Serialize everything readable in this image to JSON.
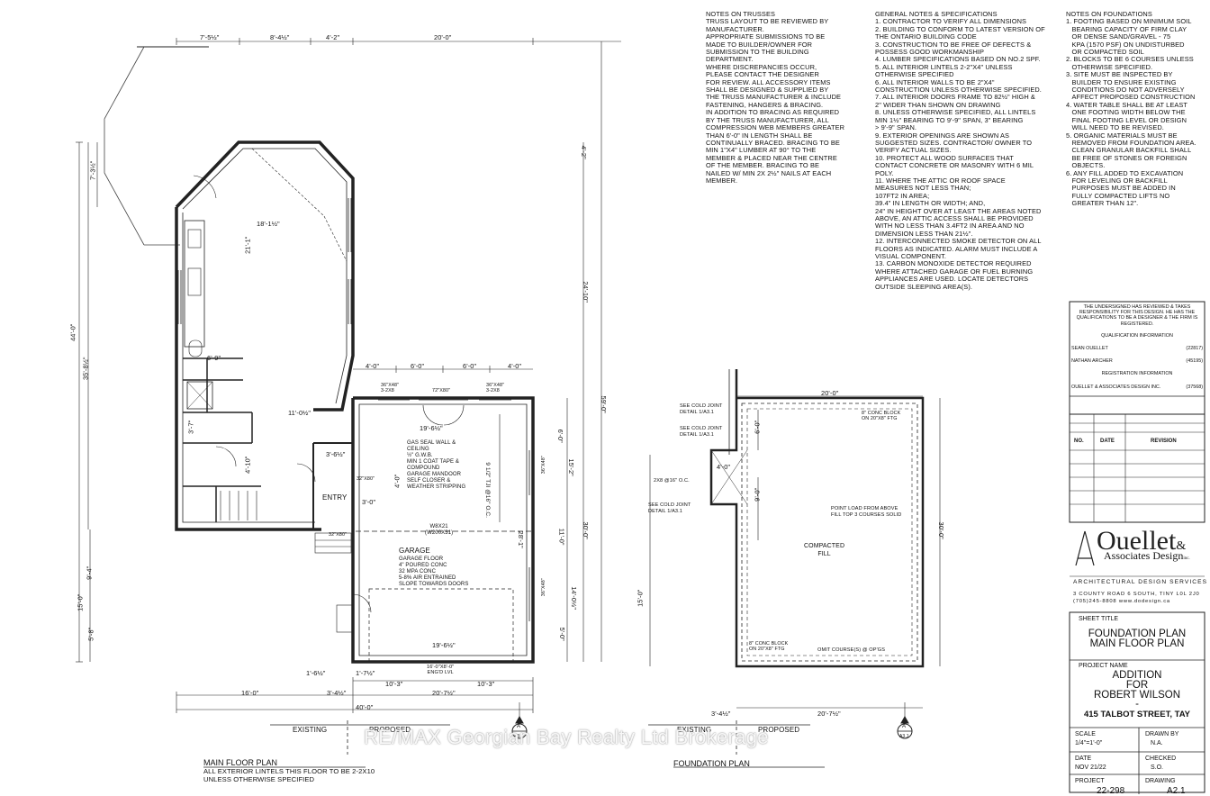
{
  "notes_trusses": "NOTES ON TRUSSES\nTRUSS LAYOUT TO BE REVIEWED BY\nMANUFACTURER.\nAPPROPRIATE SUBMISSIONS TO BE\nMADE TO BUILDER/OWNER FOR\nSUBMISSION TO THE BUILDING\nDEPARTMENT.\nWHERE DISCREPANCIES OCCUR,\nPLEASE CONTACT THE DESIGNER\nFOR REVIEW. ALL ACCESSORY ITEMS\nSHALL BE DESIGNED & SUPPLIED BY\nTHE TRUSS MANUFACTURER & INCLUDE\nFASTENING, HANGERS & BRACING.\nIN ADDITION TO BRACING AS REQUIRED\nBY THE TRUSS MANUFACTURER, ALL\nCOMPRESSION WEB MEMBERS GREATER\nTHAN 6'-0\" IN LENGTH SHALL BE\nCONTINUALLY BRACED. BRACING TO BE\nMIN 1\"X4\" LUMBER AT 90° TO THE\nMEMBER & PLACED NEAR THE CENTRE\nOF THE MEMBER. BRACING TO BE\nNAILED W/ MIN 2x 2½\" NAILS AT EACH\nMEMBER.",
  "general_notes": "GENERAL NOTES & SPECIFICATIONS\n1. CONTRACTOR TO VERIFY ALL DIMENSIONS\n2. BUILDING TO CONFORM TO LATEST VERSION OF\nTHE ONTARIO BUILDING CODE\n3. CONSTRUCTION TO BE FREE OF DEFECTS &\nPOSSESS GOOD WORKMANSHIP\n4. LUMBER SPECIFICATIONS BASED ON NO.2 SPF.\n5. ALL INTERIOR LINTELS 2-2\"X4\" UNLESS\nOTHERWISE SPECIFIED\n6. ALL INTERIOR WALLS TO BE 2\"X4\"\nCONSTRUCTION UNLESS OTHERWISE SPECIFIED.\n7. ALL INTERIOR DOORS FRAME TO 82½\" HIGH &\n2\" WIDER THAN SHOWN ON DRAWING\n8. UNLESS OTHERWISE SPECIFIED, ALL LINTELS\nMIN 1½\" BEARING TO 9'-9\" SPAN, 3\" BEARING\n> 9'-9\" SPAN.\n9. EXTERIOR OPENINGS ARE SHOWN AS\nSUGGESTED SIZES. CONTRACTOR/ OWNER TO\nVERIFY ACTUAL SIZES.\n10. PROTECT ALL WOOD SURFACES THAT\nCONTACT CONCRETE OR MASONRY WITH 6 MIL\nPOLY.\n11. WHERE THE ATTIC OR ROOF SPACE\nMEASURES NOT LESS THAN;\n107FT2 IN AREA;\n39.4\" IN LENGTH OR WIDTH; AND,\n24\" IN HEIGHT OVER AT LEAST THE AREAS NOTED\nABOVE, AN ATTIC ACCESS SHALL BE PROVIDED\nWITH NO LESS THAN 3.4FT2 IN AREA AND NO\nDIMENSION LESS THAN 21½\".\n12. INTERCONNECTED SMOKE DETECTOR ON ALL\nFLOORS AS INDICATED. ALARM MUST INCLUDE A\nVISUAL COMPONENT.\n13. CARBON MONOXIDE DETECTOR REQUIRED\nWHERE ATTACHED GARAGE OR FUEL BURNING\nAPPLIANCES ARE USED. LOCATE DETECTORS\nOUTSIDE SLEEPING AREA(S).",
  "notes_foundations": "NOTES ON FOUNDATIONS\n1. FOOTING BASED ON MINIMUM SOIL\n   BEARING CAPACITY OF FIRM CLAY\n   OR DENSE SAND/GRAVEL - 75\n   KPA (1570 PSF) ON UNDISTURBED\n   OR COMPACTED SOIL\n2. BLOCKS TO BE 6 COURSES UNLESS\n   OTHERWISE SPECIFIED.\n3. SITE MUST BE INSPECTED BY\n   BUILDER TO ENSURE EXISTING\n   CONDITIONS DO NOT ADVERSELY\n   AFFECT PROPOSED CONSTRUCTION\n4. WATER TABLE SHALL BE AT LEAST\n   ONE FOOTING WIDTH BELOW THE\n   FINAL FOOTING LEVEL OR DESIGN\n   WILL NEED TO BE REVISED.\n5. ORGANIC MATERIALS MUST BE\n   REMOVED FROM FOUNDATION AREA.\n   CLEAN GRANULAR BACKFILL SHALL\n   BE FREE OF STONES OR FOREIGN\n   OBJECTS.\n6. ANY FILL ADDED TO EXCAVATION\n   FOR LEVELING OR BACKFILL\n   PURPOSES MUST BE ADDED IN\n   FULLY COMPACTED LIFTS NO\n   GREATER THAN 12\".",
  "qualification": {
    "statement": "THE UNDERSIGNED HAS REVIEWED & TAKES RESPONSIBILITY FOR THIS DESIGN. HE HAS THE QUALIFICATIONS TO BE A DESIGNER & THE FIRM IS REGISTERED.",
    "qual_title": "QUALIFICATION INFORMATION",
    "person1": "SEAN OUELLET",
    "person1_id": "(22817)",
    "person2": "NATHAN ARCHER",
    "person2_id": "(45195)",
    "reg_title": "REGISTRATION INFORMATION",
    "firm": "OUELLET & ASSOCIATES DESIGN INC.",
    "firm_id": "(37568)"
  },
  "revision_table": {
    "col_no": "NO.",
    "col_date": "DATE",
    "col_revision": "REVISION"
  },
  "company": {
    "logo_main": "Ouellet",
    "logo_amp": "&",
    "logo_sub": "Associates Design",
    "logo_inc": "inc.",
    "services": "ARCHITECTURAL DESIGN SERVICES",
    "address": "3 COUNTY ROAD 6 SOUTH, TINY L0L 2J0",
    "contact": "(705)245-8808  www.dodesign.ca"
  },
  "title_block": {
    "sheet_title_label": "SHEET TITLE",
    "sheet_title_1": "FOUNDATION PLAN",
    "sheet_title_2": "MAIN FLOOR PLAN",
    "project_name_label": "PROJECT NAME",
    "project_1": "ADDITION",
    "project_2": "FOR",
    "project_3": "ROBERT WILSON",
    "project_4": "-",
    "address": "415 TALBOT STREET, TAY",
    "scale_label": "SCALE",
    "scale": "1/4\"=1'-0\"",
    "drawn_label": "DRAWN BY",
    "drawn": "N.A.",
    "date_label": "DATE",
    "date": "NOV 21/22",
    "checked_label": "CHECKED",
    "checked": "S.O.",
    "project_label": "PROJECT",
    "project_no": "22-298",
    "drawing_label": "DRAWING",
    "drawing_no": "A2.1"
  },
  "main_plan": {
    "title": "MAIN FLOOR PLAN",
    "subtitle_1": "ALL EXTERIOR LINTELS THIS FLOOR TO BE 2-2X10",
    "subtitle_2": "UNLESS OTHERWISE SPECIFIED",
    "existing": "EXISTING",
    "proposed": "PROPOSED",
    "section_mark": "A",
    "section_ref": "A3.1",
    "dims_top": [
      "7'-5½\"",
      "8'-4½\"",
      "4'-2\"",
      "20'-0\""
    ],
    "dim_left_total": "44'-0\"",
    "dim_left_a": "7'-3½\"",
    "dim_left_b": "35'-8½\"",
    "dim_left_c": "9'-4\"",
    "dim_left_d": "15'-0\"",
    "dim_left_e": "5'-8\"",
    "dim_right_1": "4'-2\"",
    "dim_right_2": "24'-10\"",
    "dim_right_3": "59'-0\"",
    "dim_right_4": "30'-0\"",
    "dims_bottom": [
      "16'-0\"",
      "3'-4½\"",
      "20'-7½\""
    ],
    "dim_bottom_total": "40'-0\"",
    "dim_bottom_2": [
      "1'-6½\"",
      "1'-7½\"",
      "10'-3\"",
      "10'-3\""
    ],
    "dims_garage_top": [
      "4'-0\"",
      "6'-0\"",
      "6'-0\"",
      "4'-0\""
    ],
    "room_dim_1": "18'-1½\"",
    "room_dim_2": "21'-1\"",
    "room_dim_3": "11'-0½\"",
    "room_dim_4": "19'-6½\"",
    "room_dim_5": "19'-6½\"",
    "room_dim_6": "6'-9\"",
    "room_dim_7": "3'-7\"",
    "room_dim_8": "4'-10\"",
    "room_dim_9": "3'-0\"",
    "room_dim_10": "3'-6½\"",
    "window_1": "36\"x48\"\n3-2X8",
    "window_2": "72\"x80\"",
    "window_3": "36\"x48\"\n3-2X8",
    "window_4": "36\"x48\"",
    "window_5": "36\"x48\"",
    "window_6": "32\"x80\"",
    "window_7": "32\"x80\"",
    "gas_seal": "GAS SEAL WALL &\nCEILING\n½\" G.W.B.\nMIN 1 COAT TAPE &\nCOMPOUND",
    "mandoor": "GARAGE MANDOOR\nSELF CLOSER &\nWEATHER STRIPPING",
    "entry": "ENTRY",
    "beam": "W8X21\n(W200X31)",
    "garage_title": "GARAGE",
    "garage_spec": "GARAGE FLOOR\n4\" POURED CONC\n32 MPa CONC\n5-8% AIR ENTRAINED\nSLOPE TOWARDS DOORS",
    "truss_note": "9 1/2\" TJI @16\" O.C.",
    "door_note": "16'-0\"x8'-0\"\nENG'D LVL",
    "garage_dim_1": "28'-1\"",
    "garage_dim_2": "4'-0\"",
    "garage_dim_3": "14'-0½\"",
    "garage_dim_4": "5'-0\"",
    "garage_dim_5": "15'-2\"",
    "garage_dim_6": "6'-0\"",
    "garage_dim_7": "11'-0\""
  },
  "foundation_plan": {
    "title": "FOUNDATION PLAN",
    "existing": "EXISTING",
    "proposed": "PROPOSED",
    "section_mark": "A",
    "section_ref": "A3.1",
    "cold_joint_1": "SEE COLD JOINT\nDETAIL 1/A3.1",
    "cold_joint_2": "SEE COLD JOINT\nDETAIL 1/A3.1",
    "cold_joint_3": "SEE COLD JOINT\nDETAIL 1/A3.1",
    "joist": "2X8 @16\" O.C.",
    "block_1": "8\" CONC BLOCK\nON 20\"X8\" FTG",
    "block_2": "8\" CONC BLOCK\nON 20\"X8\" FTG",
    "point_load": "POINT LOAD FROM ABOVE\nFILL TOP 3 COURSES SOLID",
    "fill": "COMPACTED\nFILL",
    "omit": "OMIT COURSE(S) @ OP'GS",
    "dim_top": "20'-0\"",
    "dim_right": "30'-0\"",
    "dim_left": "15'-0\"",
    "dim_a": "6'-0\"",
    "dim_b": "4'-0\"",
    "dim_c": "9'-0\"",
    "dims_bottom": [
      "3'-4½\"",
      "20'-7½\""
    ]
  },
  "watermark": "RE/MAX Georgian Bay Realty Ltd Brokerage"
}
